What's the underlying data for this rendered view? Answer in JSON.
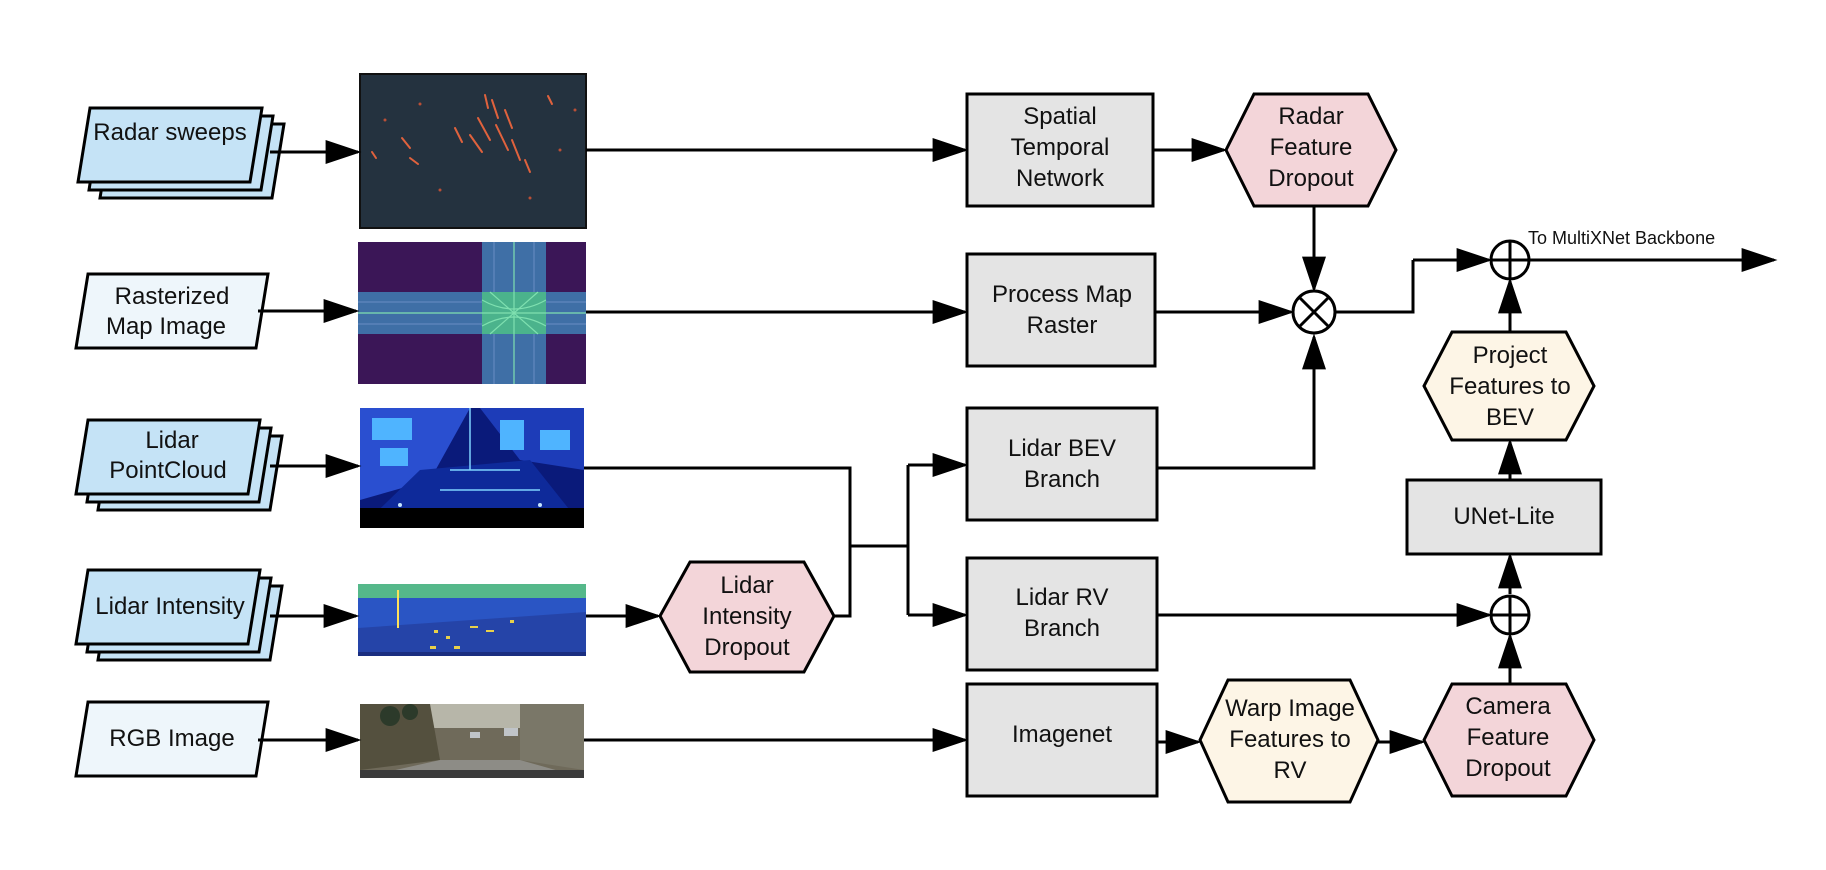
{
  "inputs": {
    "radar": "Radar sweeps",
    "map": [
      "Rasterized",
      "Map Image"
    ],
    "lidar_pc": [
      "Lidar",
      "PointCloud"
    ],
    "lidar_int": "Lidar Intensity",
    "rgb": "RGB Image"
  },
  "boxes": {
    "spatial": [
      "Spatial",
      "Temporal",
      "Network"
    ],
    "process_map": [
      "Process Map",
      "Raster"
    ],
    "lidar_bev": [
      "Lidar BEV",
      "Branch"
    ],
    "lidar_rv": [
      "Lidar RV",
      "Branch"
    ],
    "imagenet": "Imagenet",
    "unet": "UNet-Lite"
  },
  "hexes": {
    "radar_dropout": [
      "Radar",
      "Feature",
      "Dropout"
    ],
    "lidar_dropout": [
      "Lidar",
      "Intensity",
      "Dropout"
    ],
    "warp": [
      "Warp Image",
      "Features to",
      "RV"
    ],
    "camera_dropout": [
      "Camera",
      "Feature",
      "Dropout"
    ],
    "project": [
      "Project",
      "Features to",
      "BEV"
    ]
  },
  "output_label": "To MultiXNet Backbone",
  "colors": {
    "input_blue": "#c5e3f6",
    "input_light": "#eef6fb",
    "box_gray": "#e4e4e4",
    "hex_pink": "#f3d5d9",
    "hex_cream": "#fdf5e6"
  }
}
